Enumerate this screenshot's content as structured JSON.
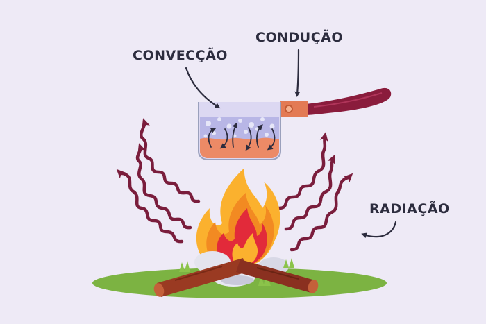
{
  "labels": {
    "convection": "CONVECÇÃO",
    "conduction": "CONDUÇÃO",
    "radiation": "RADIAÇÃO"
  },
  "colors": {
    "background": "#eeeaf6",
    "text": "#2c2c3e",
    "radiation_arrows": "#7a1d3c",
    "pan_handle": "#8a1c3c",
    "pan_collar": "#e37a54",
    "water": "#b8b6e6",
    "hot_water": "#ec8a66",
    "flame_outer": "#fbb12e",
    "flame_mid": "#f28a22",
    "flame_inner": "#e22a3a",
    "logs": "#9a3a22",
    "grass": "#7cb342",
    "stones": "#dcdce8"
  },
  "icons": [
    "campfire-icon",
    "saucepan-icon",
    "radiation-arrow-icon",
    "pointer-arrow-icon"
  ]
}
